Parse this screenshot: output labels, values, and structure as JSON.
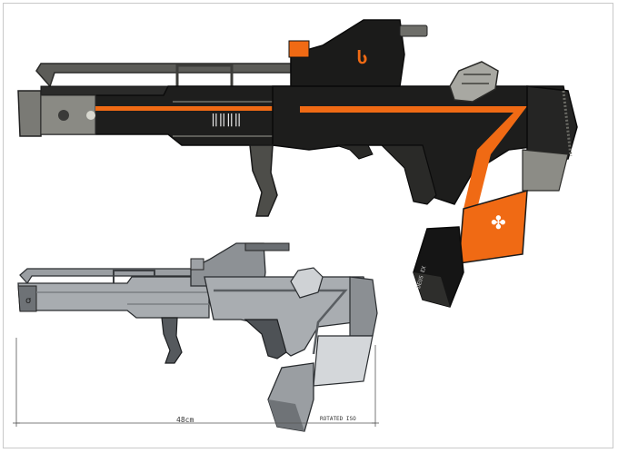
{
  "top_gun": {
    "side_text": "‖‖‖‖",
    "mag_text": "DEUS EX",
    "colors": {
      "body": "#1c1c1c",
      "accent": "#f06a14",
      "metal": "#6b6b68",
      "highlight": "#9a9a95"
    }
  },
  "bottom_gun": {
    "colors": {
      "body": "#8f9398",
      "light": "#c3c6c9",
      "dark": "#3a3d40"
    }
  },
  "dimension": {
    "length_label": "48cm",
    "note": "ROTATED ISO"
  }
}
